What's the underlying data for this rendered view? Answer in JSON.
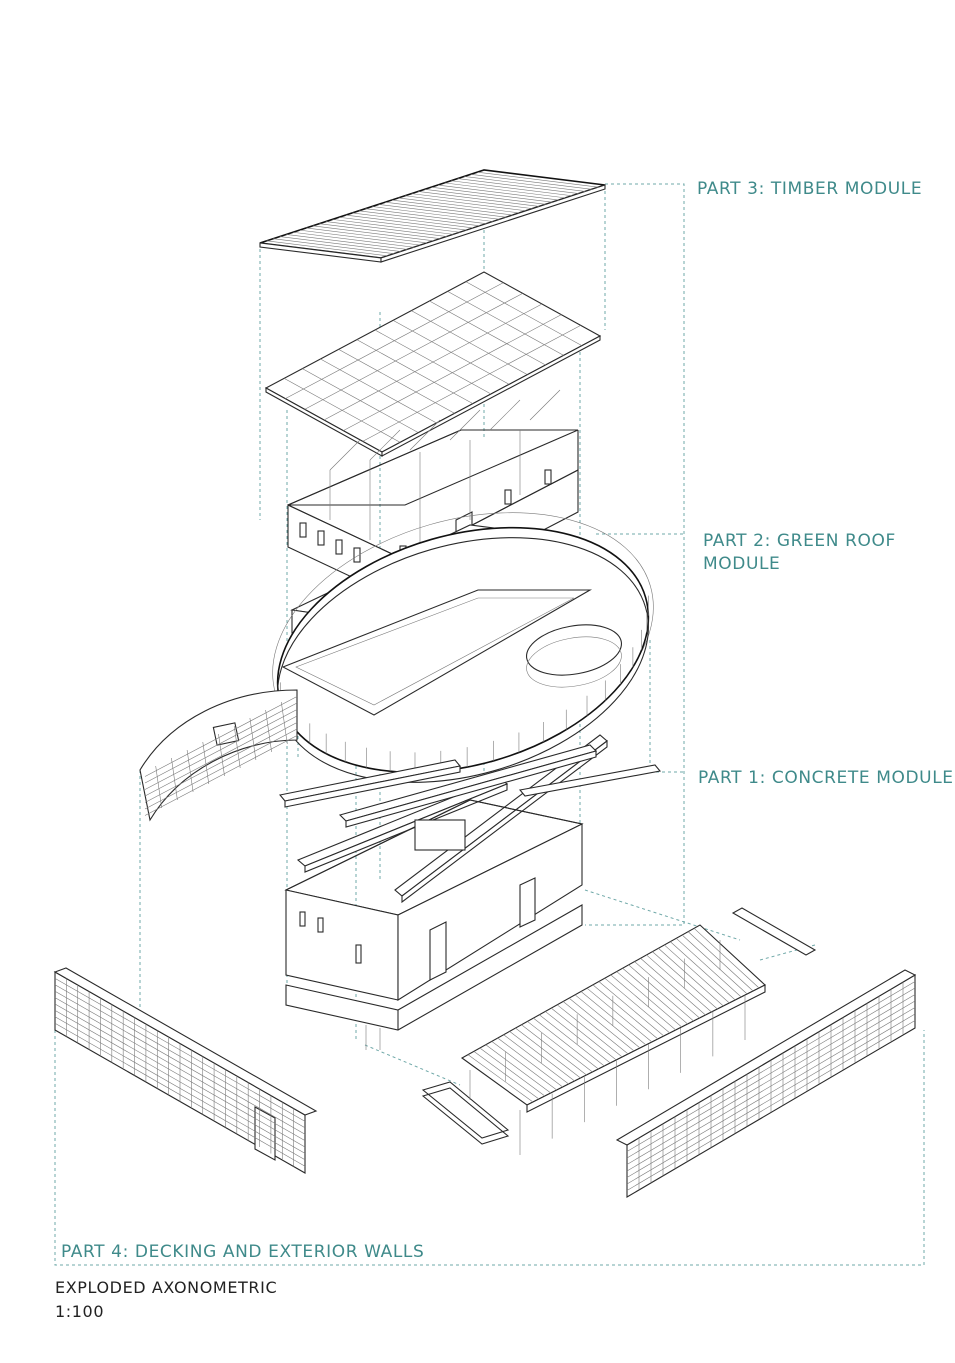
{
  "labels": {
    "part3": "PART 3: TIMBER MODULE",
    "part2_line1": "PART 2: GREEN ROOF",
    "part2_line2": "MODULE",
    "part1": "PART 1: CONCRETE MODULE",
    "part4": "PART 4: DECKING AND EXTERIOR WALLS",
    "title": "EXPLODED AXONOMETRIC",
    "scale": "1:100"
  },
  "colors": {
    "annotation": "#3f8a8a",
    "guide": "#6fa8a8",
    "linework": "#2a2a2a"
  }
}
